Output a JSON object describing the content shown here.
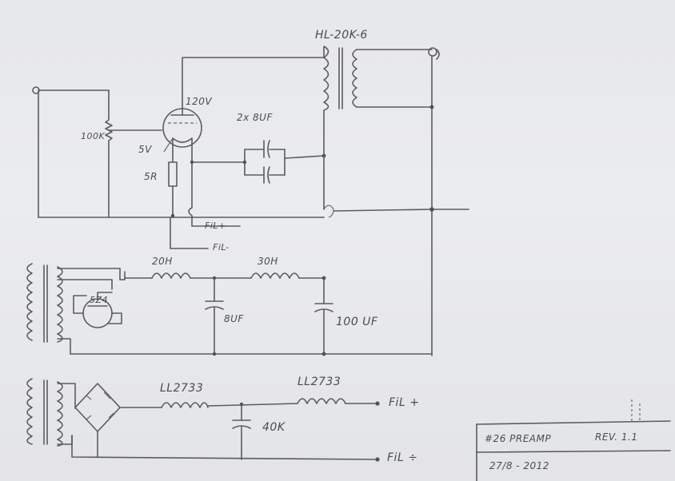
{
  "labels": {
    "transformer": "HL-20K-6",
    "voltage_plate": "120V",
    "capacitor_pair": "2x 8UF",
    "pot": "100K",
    "voltage_cathode": "5V",
    "cathode_resistor": "5R",
    "fil_plus_top": "FiL+",
    "fil_minus_top": "FiL-",
    "choke_1": "20H",
    "choke_2": "30H",
    "rectifier": "5Z4",
    "cap_8uf": "8UF",
    "cap_100uf": "100 UF",
    "choke_ll_1": "LL2733",
    "choke_ll_2": "LL2733",
    "cap_40k": "40K",
    "fil_plus_out": "FiL +",
    "fil_minus_out": "FiL ÷"
  },
  "title_block": {
    "title": "#26 PREAMP",
    "revision": "REV. 1.1",
    "date": "27/8 - 2012"
  }
}
